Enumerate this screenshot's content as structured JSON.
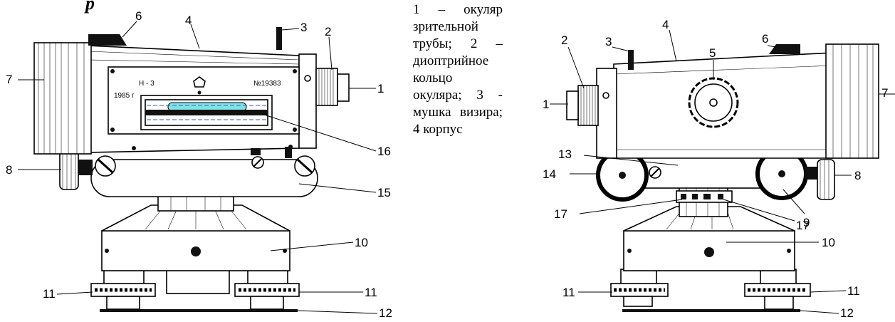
{
  "title_fragment": "р",
  "description": "1 – окуляр зрительной трубы; 2 – диоптрийное кольцо окуляра; 3 - мушка визира; 4 корпус",
  "left_view": {
    "plate": {
      "model": "Н - 3",
      "year": "1985 г",
      "serial": "№19383"
    },
    "labels": [
      "1",
      "2",
      "3",
      "4",
      "6",
      "7",
      "8",
      "10",
      "11",
      "11",
      "12",
      "15",
      "16"
    ]
  },
  "right_view": {
    "labels": [
      "1",
      "2",
      "3",
      "4",
      "5",
      "6",
      "7",
      "8",
      "9",
      "10",
      "11",
      "11",
      "12",
      "13",
      "14",
      "17",
      "17"
    ]
  }
}
